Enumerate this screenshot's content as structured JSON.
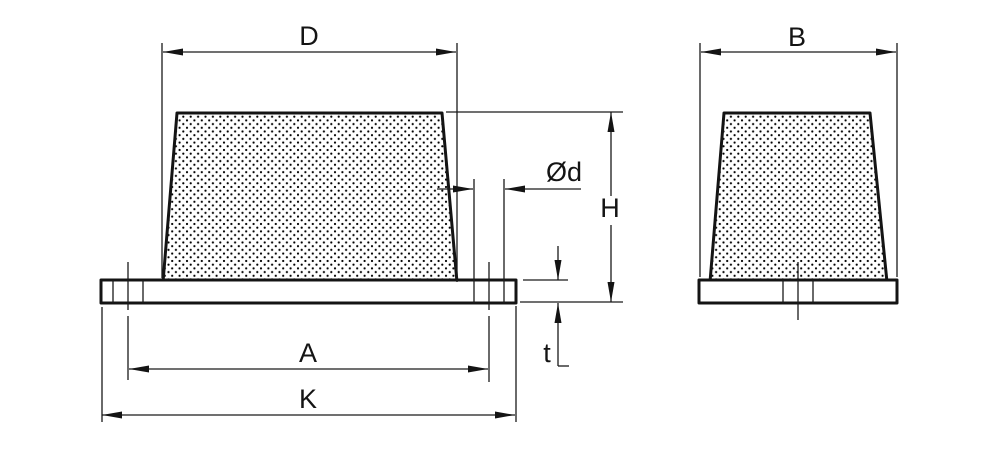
{
  "drawing_type": "technical-dimension-drawing",
  "colors": {
    "line": "#141414",
    "background": "#ffffff"
  },
  "views": {
    "front": {
      "dimensions": {
        "D": "D",
        "Od": "Ød",
        "H": "H",
        "t": "t",
        "A": "A",
        "K": "K"
      }
    },
    "side": {
      "dimensions": {
        "B": "B"
      }
    }
  }
}
